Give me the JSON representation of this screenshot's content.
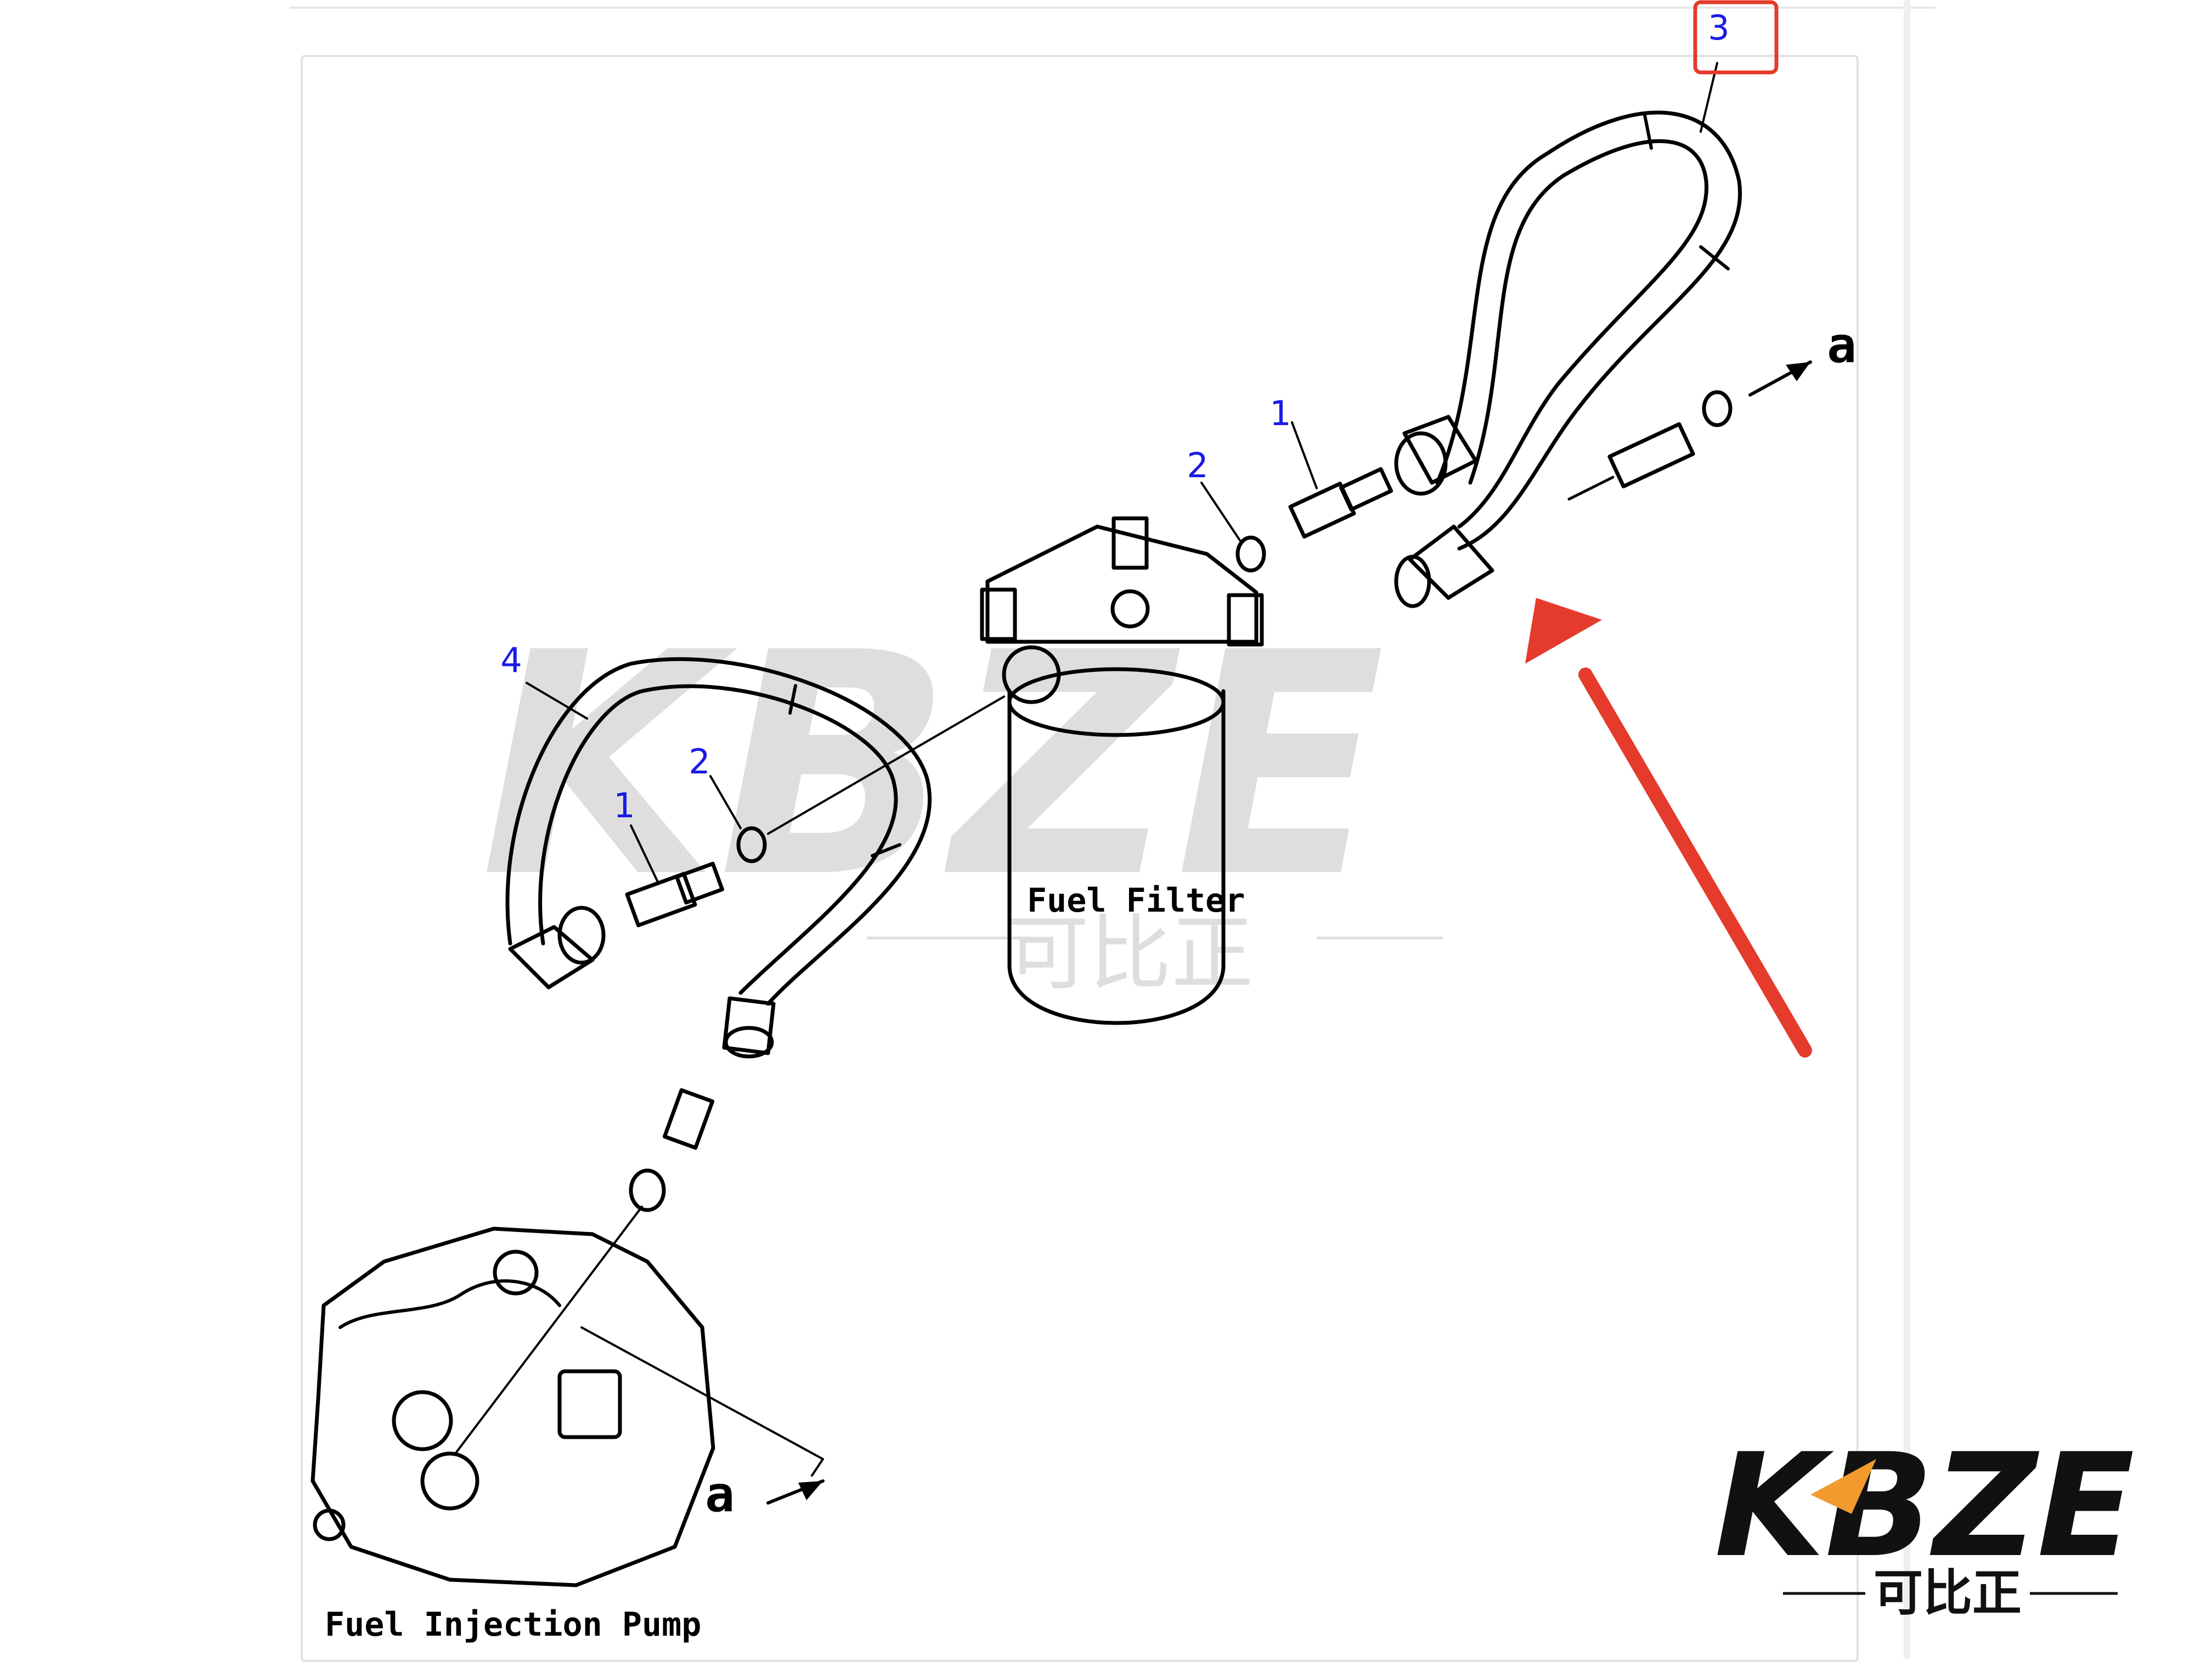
{
  "diagram": {
    "callouts": {
      "top_3": "3",
      "right_1": "1",
      "right_2": "2",
      "left_4": "4",
      "left_2": "2",
      "left_1": "1"
    },
    "labels": {
      "fuel_filter": "Fuel Filter",
      "fuel_injection_pump": "Fuel Injection Pump",
      "arrow_a_top": "a",
      "arrow_a_bottom": "a"
    },
    "highlight_color": "#e53b2c",
    "callout_color": "#1a1ae6"
  },
  "watermark": {
    "brand": "KBZE",
    "chinese": "可比正"
  },
  "logo": {
    "brand": "KBZE",
    "chinese": "可比正",
    "accent_color": "#f39a2e"
  }
}
